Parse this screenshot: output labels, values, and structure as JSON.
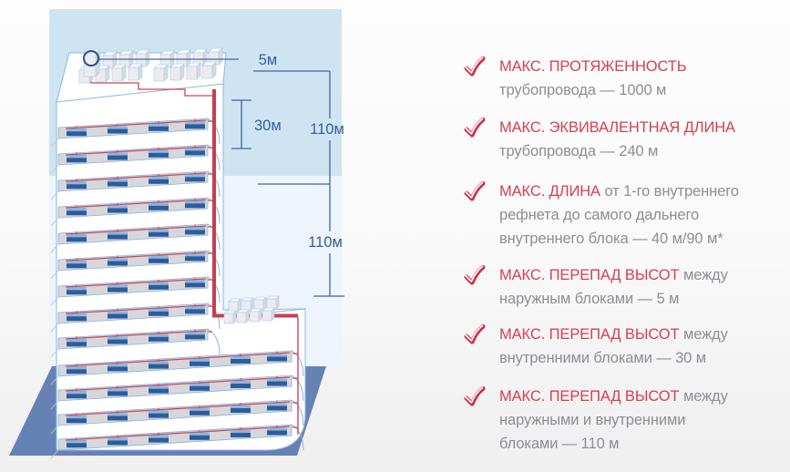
{
  "diagram": {
    "dim_top": "5м",
    "dim_mid": "30м",
    "dim_upper": "110м",
    "dim_lower": "110м"
  },
  "specs": [
    {
      "title": "МАКС. ПРОТЯЖЕННОСТЬ",
      "rest": "трубопровода — 1000 м"
    },
    {
      "title": "МАКС. ЭКВИВАЛЕНТНАЯ ДЛИНА",
      "rest": "трубопровода — 240 м"
    },
    {
      "title": "МАКС. ДЛИНА",
      "rest": "от 1-го внутреннего\nрефнета до самого дальнего\nвнутреннего блока — 40 м/90 м*"
    },
    {
      "title": "МАКС. ПЕРЕПАД ВЫСОТ",
      "rest": "между\nнаружным блоками — 5 м"
    },
    {
      "title": "МАКС. ПЕРЕПАД ВЫСОТ",
      "rest": "между\nвнутренними блоками — 30 м"
    },
    {
      "title": "МАКС. ПЕРЕПАД ВЫСОТ",
      "rest": "между\nнаружными и внутренними\nблоками — 110 м"
    }
  ],
  "colors": {
    "accent_red": "#d5404f",
    "check_red": "#d32e46",
    "text_gray": "#8e8e93",
    "dim_blue": "#44659a",
    "dim_label_blue": "#3b5e94",
    "sky_blue": "#cfe4f2",
    "lower_sky": "#edf4fb",
    "ground_blue": "#6682b4",
    "pipe_red": "#c4404f",
    "pipe_thin_red": "#c9475a",
    "unit_blue": "#2c5c9c",
    "unit_top_blue": "#8fb6de",
    "outline_blue": "#86b4dc",
    "silhouette_blue": "#8cb8de",
    "slab_gray": "#d7d7db",
    "box_face": "#ececf0",
    "box_side": "#d6dae1",
    "box_top": "#f7f9fc",
    "box_edge": "#aecbe4",
    "marker_blue": "#2d4f87"
  }
}
